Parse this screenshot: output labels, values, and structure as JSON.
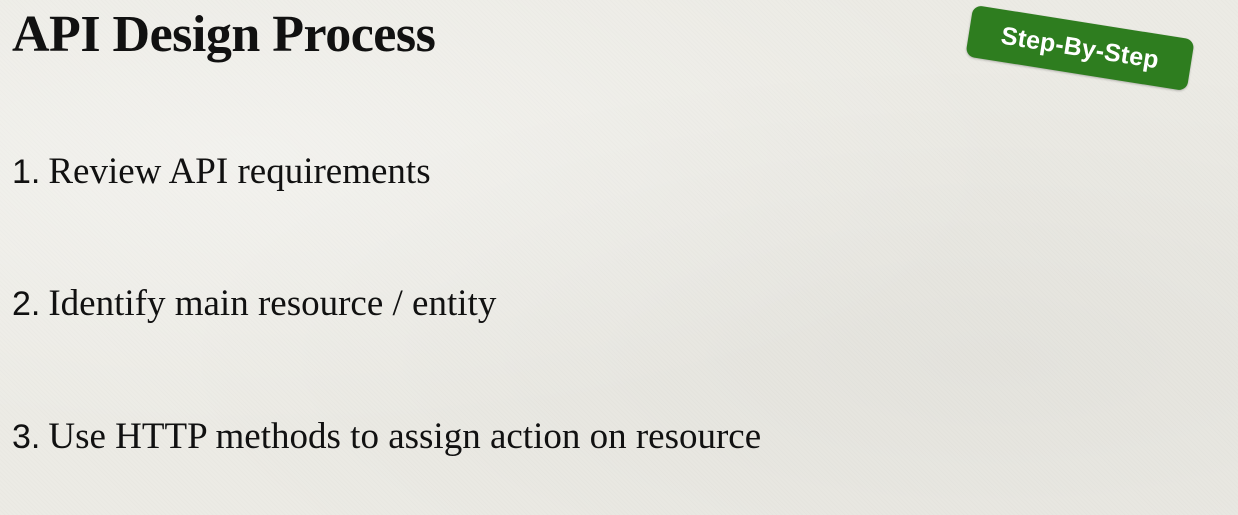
{
  "slide": {
    "title": "API Design Process",
    "badge": {
      "label": "Step-By-Step",
      "color": "#2e7d1f"
    },
    "steps": [
      {
        "number": "1.",
        "text": "Review API requirements"
      },
      {
        "number": "2.",
        "text": "Identify main resource / entity"
      },
      {
        "number": "3.",
        "text": "Use HTTP methods to assign action on resource"
      }
    ]
  }
}
